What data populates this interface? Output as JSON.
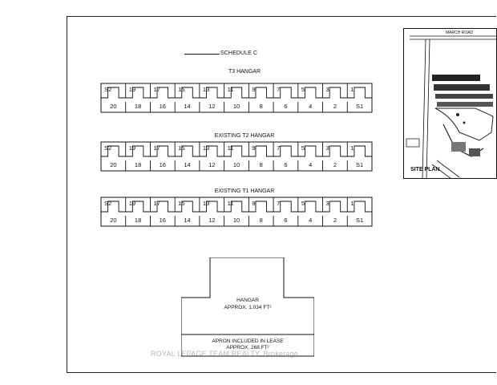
{
  "schedule_title": "SCHEDULE C",
  "rows": [
    {
      "title": "T3 HANGAR"
    },
    {
      "title": "EXISTING T2 HANGAR"
    },
    {
      "title": "EXISTING T1 HANGAR"
    }
  ],
  "units": {
    "top": [
      "S2",
      "19",
      "17",
      "15",
      "13",
      "11",
      "9",
      "7",
      "5",
      "3",
      "1"
    ],
    "bottom": [
      "20",
      "18",
      "16",
      "14",
      "12",
      "10",
      "8",
      "6",
      "4",
      "2",
      "S1"
    ]
  },
  "hangar": {
    "label": "HANGAR",
    "area": "APPROX. 1,034 FT²",
    "apron_label": "APRON INCLUDED IN LEASE",
    "apron_area": "APPROX. 268 FT²"
  },
  "site_plan": {
    "title": "SITE PLAN",
    "road": "MARCH ROAD"
  },
  "watermark": "ROYAL LEPAGE TEAM REALTY, Brokerage"
}
